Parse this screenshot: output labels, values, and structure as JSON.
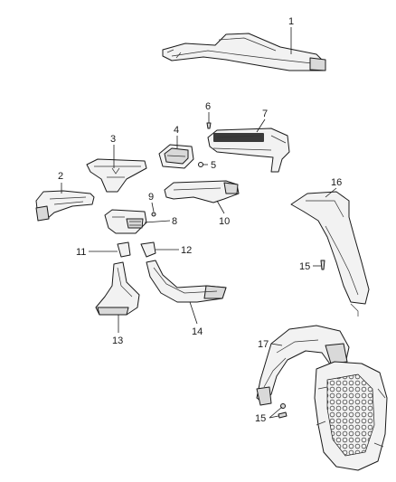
{
  "callouts": {
    "c1": "1",
    "c2": "2",
    "c3": "3",
    "c4": "4",
    "c5": "5",
    "c6": "6",
    "c7": "7",
    "c8": "8",
    "c9": "9",
    "c10": "10",
    "c11": "11",
    "c12": "12",
    "c13": "13",
    "c14": "14",
    "c15a": "15",
    "c15b": "15",
    "c16": "16",
    "c17": "17"
  }
}
